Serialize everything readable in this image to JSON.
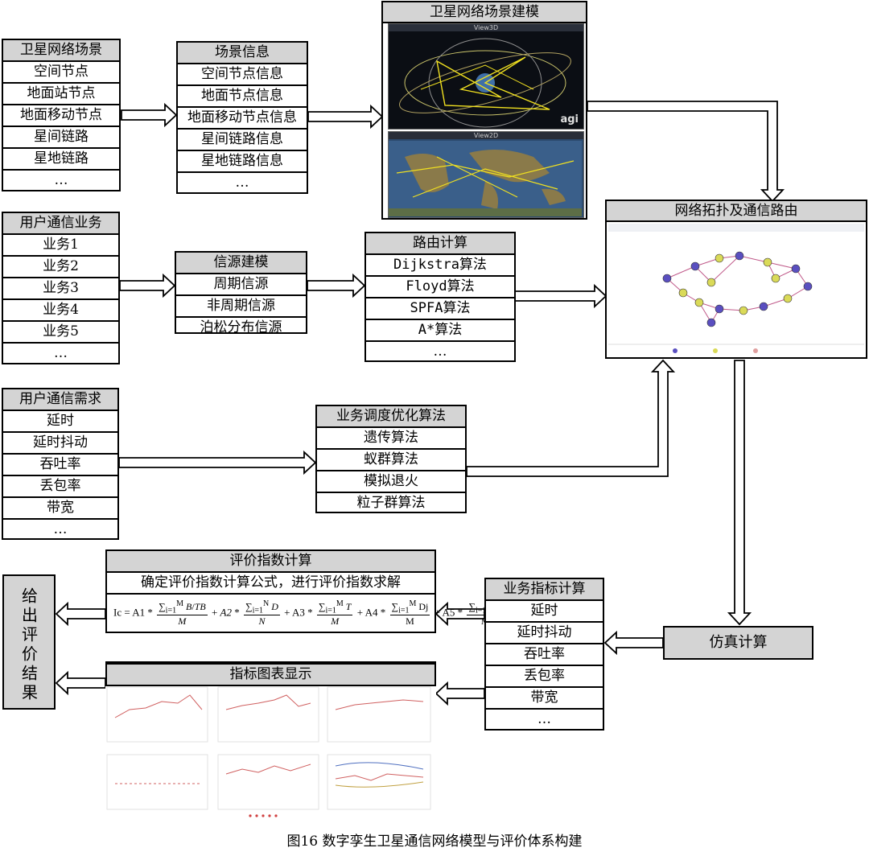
{
  "scenario": {
    "header": "卫星网络场景",
    "items": [
      "空间节点",
      "地面站节点",
      "地面移动节点",
      "星间链路",
      "星地链路",
      "…"
    ]
  },
  "scene_info": {
    "header": "场景信息",
    "items": [
      "空间节点信息",
      "地面节点信息",
      "地面移动节点信息",
      "星间链路信息",
      "星地链路信息",
      "…"
    ]
  },
  "modeling": {
    "header": "卫星网络场景建模",
    "view3d_label": "View3D",
    "view2d_label": "View2D",
    "logo": "agi"
  },
  "services": {
    "header": "用户通信业务",
    "items": [
      "业务1",
      "业务2",
      "业务3",
      "业务4",
      "业务5",
      "…"
    ]
  },
  "source_model": {
    "header": "信源建模",
    "items": [
      "周期信源",
      "非周期信源",
      "泊松分布信源"
    ]
  },
  "routing": {
    "header": "路由计算",
    "items": [
      "Dijkstra算法",
      "Floyd算法",
      "SPFA算法",
      "A*算法",
      "…"
    ]
  },
  "topology": {
    "header": "网络拓扑及通信路由"
  },
  "demands": {
    "header": "用户通信需求",
    "items": [
      "延时",
      "延时抖动",
      "吞吐率",
      "丢包率",
      "带宽",
      "…"
    ]
  },
  "scheduling": {
    "header": "业务调度优化算法",
    "items": [
      "遗传算法",
      "蚁群算法",
      "模拟退火",
      "粒子群算法"
    ]
  },
  "evaluation": {
    "header": "评价指数计算",
    "subtitle": "确定评价指数计算公式，进行评价指数求解"
  },
  "metrics": {
    "header": "业务指标计算",
    "items": [
      "延时",
      "延时抖动",
      "吞吐率",
      "丢包率",
      "带宽",
      "…"
    ]
  },
  "simulation": {
    "label": "仿真计算"
  },
  "conclusion": {
    "label": "给出评价结果"
  },
  "charts": {
    "header": "指标图表显示"
  },
  "caption": "图16   数字孪生卫星通信网络模型与评价体系构建",
  "colors": {
    "header_fill": "#d4d4d4",
    "border": "#000000"
  }
}
